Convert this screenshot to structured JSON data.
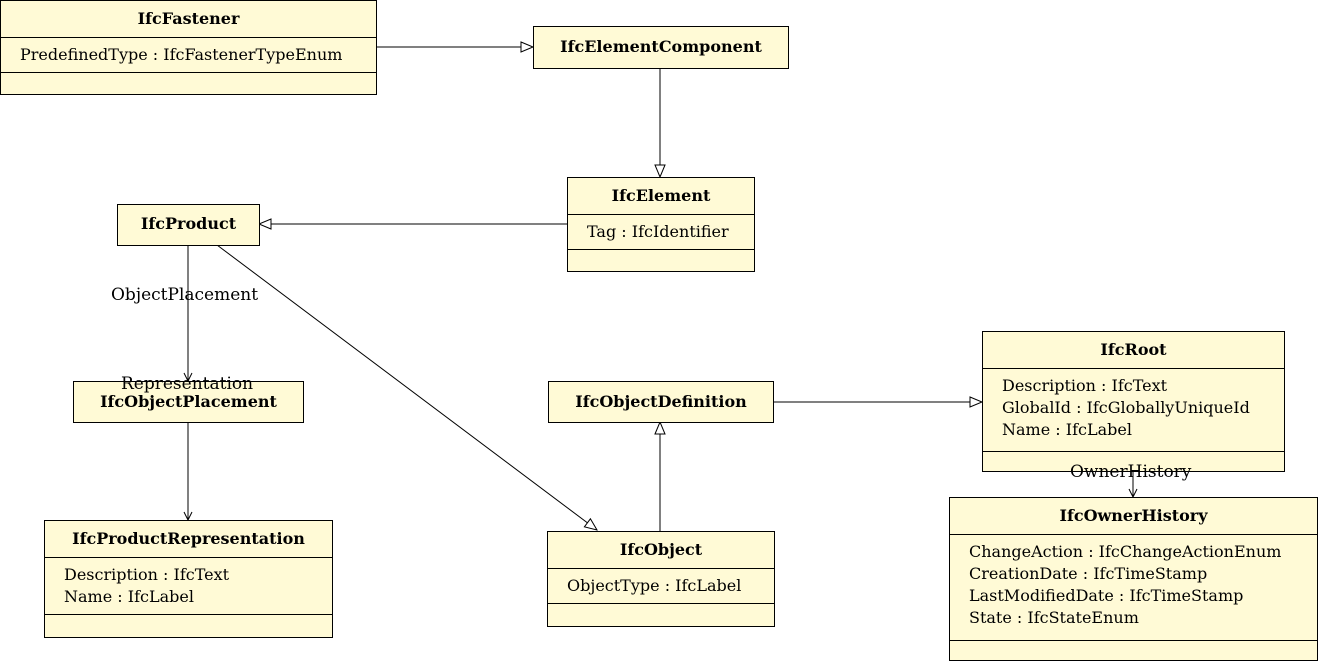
{
  "classes": {
    "fastener": {
      "name": "IfcFastener",
      "attributes": [
        "PredefinedType : IfcFastenerTypeEnum"
      ]
    },
    "element_component": {
      "name": "IfcElementComponent"
    },
    "element": {
      "name": "IfcElement",
      "attributes": [
        "Tag : IfcIdentifier"
      ]
    },
    "product": {
      "name": "IfcProduct"
    },
    "object_placement": {
      "name": "IfcObjectPlacement"
    },
    "product_representation": {
      "name": "IfcProductRepresentation",
      "attributes": [
        "Description : IfcText",
        "Name : IfcLabel"
      ]
    },
    "object_definition": {
      "name": "IfcObjectDefinition"
    },
    "object": {
      "name": "IfcObject",
      "attributes": [
        "ObjectType : IfcLabel"
      ]
    },
    "root": {
      "name": "IfcRoot",
      "attributes": [
        "Description : IfcText",
        "GlobalId : IfcGloballyUniqueId",
        "Name : IfcLabel"
      ]
    },
    "owner_history": {
      "name": "IfcOwnerHistory",
      "attributes": [
        "ChangeAction : IfcChangeActionEnum",
        "CreationDate : IfcTimeStamp",
        "LastModifiedDate : IfcTimeStamp",
        "State : IfcStateEnum"
      ]
    }
  },
  "associations": {
    "object_placement": "ObjectPlacement",
    "representation": "Representation",
    "owner_history": "OwnerHistory"
  },
  "colors": {
    "class_fill": "#fffad6",
    "line": "#000000"
  }
}
